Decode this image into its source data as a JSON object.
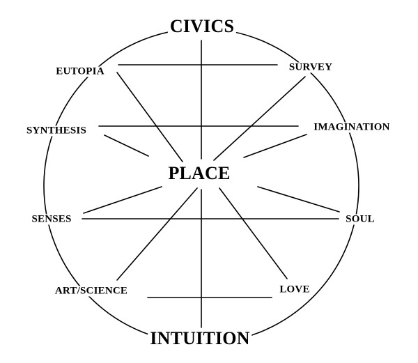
{
  "diagram": {
    "center": "PLACE",
    "top": "CIVICS",
    "bottom": "INTUITION",
    "nodes": {
      "eutopia": "EUTOPIA",
      "survey": "SURVEY",
      "synthesis": "SYNTHESIS",
      "imagination": "IMAGINATION",
      "senses": "SENSES",
      "soul": "SOUL",
      "art_science": "ART/SCIENCE",
      "love": "LOVE"
    },
    "colors": {
      "ink": "#000000",
      "background": "#ffffff"
    }
  }
}
